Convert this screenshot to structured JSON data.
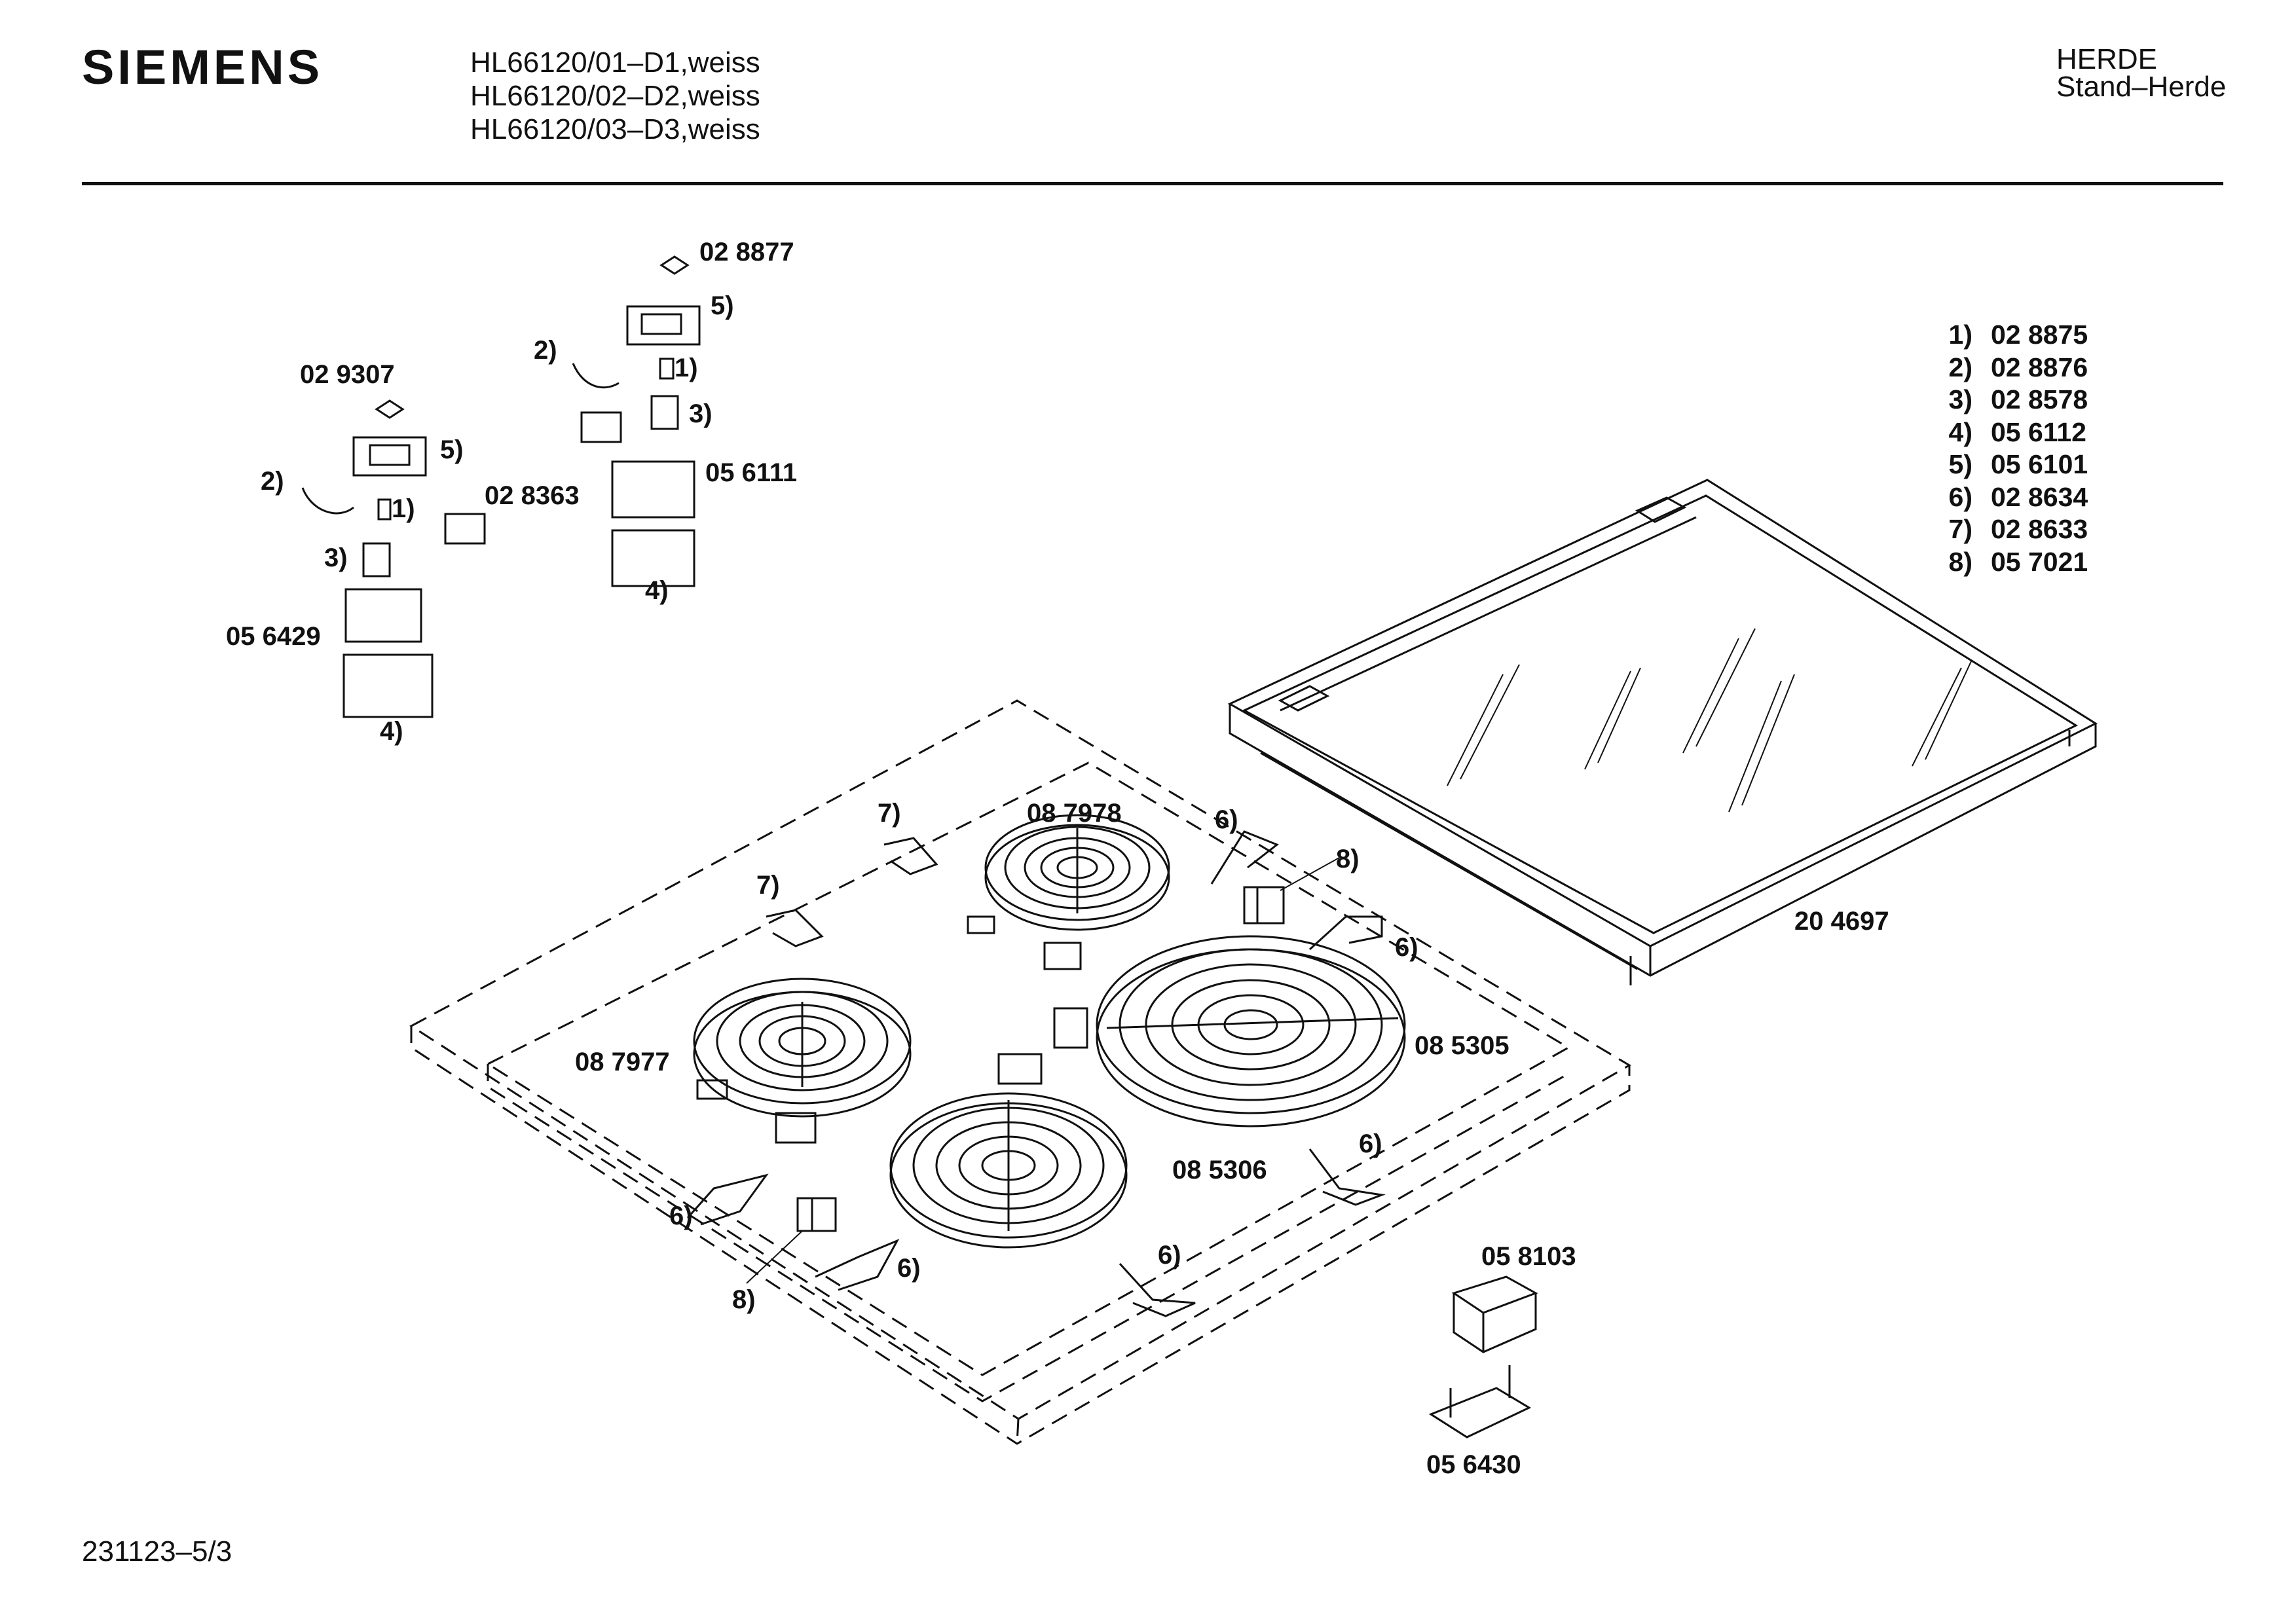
{
  "header": {
    "brand": "SIEMENS",
    "models": [
      "HL66120/01–D1,weiss",
      "HL66120/02–D2,weiss",
      "HL66120/03–D3,weiss"
    ],
    "category_line1": "HERDE",
    "category_line2": "Stand–Herde"
  },
  "legend": [
    {
      "key": "1)",
      "part": "02 8875"
    },
    {
      "key": "2)",
      "part": "02 8876"
    },
    {
      "key": "3)",
      "part": "02 8578"
    },
    {
      "key": "4)",
      "part": "05 6112"
    },
    {
      "key": "5)",
      "part": "05 6101"
    },
    {
      "key": "6)",
      "part": "02 8634"
    },
    {
      "key": "7)",
      "part": "02 8633"
    },
    {
      "key": "8)",
      "part": "05 7021"
    }
  ],
  "callouts": {
    "p028877": "02 8877",
    "p029307": "02 9307",
    "p028363": "02 8363",
    "p056111": "05 6111",
    "p056429": "05 6429",
    "p087978": "08 7978",
    "p087977": "08 7977",
    "p085305": "08 5305",
    "p085306": "08 5306",
    "p204697": "20 4697",
    "p058103": "05 8103",
    "p056430": "05 6430",
    "r1": "1)",
    "r2": "2)",
    "r3": "3)",
    "r4": "4)",
    "r5": "5)",
    "r6": "6)",
    "r7": "7)",
    "r8": "8)"
  },
  "footer": {
    "code": "231123–5/3"
  }
}
